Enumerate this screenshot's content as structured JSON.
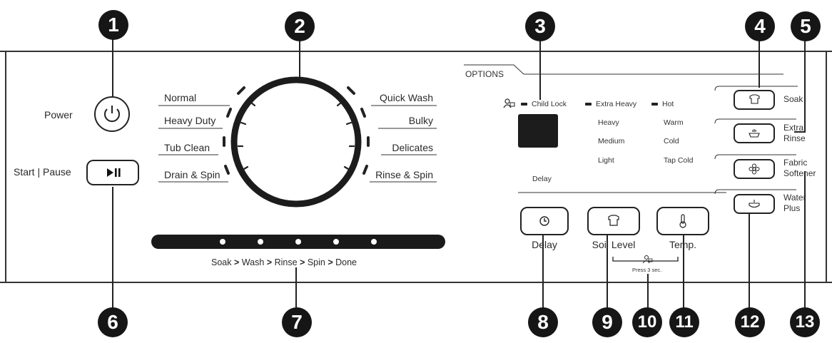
{
  "callouts": [
    "1",
    "2",
    "3",
    "4",
    "5",
    "6",
    "7",
    "8",
    "9",
    "10",
    "11",
    "12",
    "13"
  ],
  "left": {
    "power_label": "Power",
    "start_pause_label": "Start | Pause"
  },
  "cycles": {
    "left": [
      "Normal",
      "Heavy Duty",
      "Tub Clean",
      "Drain & Spin"
    ],
    "right": [
      "Quick Wash",
      "Bulky",
      "Delicates",
      "Rinse & Spin"
    ]
  },
  "progress": {
    "stages": [
      "Soak",
      "Wash",
      "Rinse",
      "Spin",
      "Done"
    ],
    "separator": ">"
  },
  "options": {
    "header": "OPTIONS",
    "child_lock": "Child Lock",
    "delay_label": "Delay",
    "soil_levels": [
      "Extra Heavy",
      "Heavy",
      "Medium",
      "Light"
    ],
    "temps": [
      "Hot",
      "Warm",
      "Cold",
      "Tap Cold"
    ],
    "buttons": {
      "delay": "Delay",
      "soil": "Soil Level",
      "temp": "Temp."
    },
    "press_hint": "Press 3 sec."
  },
  "right_options": [
    {
      "line1": "Soak",
      "line2": ""
    },
    {
      "line1": "Extra",
      "line2": "Rinse"
    },
    {
      "line1": "Fabric",
      "line2": "Softener"
    },
    {
      "line1": "Water",
      "line2": "Plus"
    }
  ]
}
